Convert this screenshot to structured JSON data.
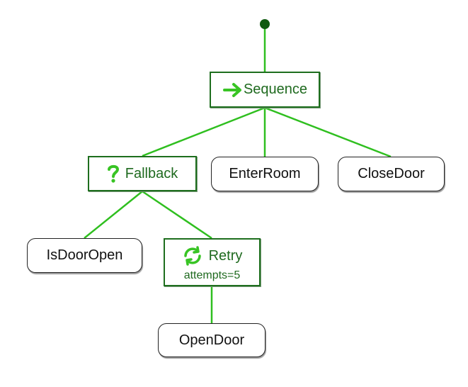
{
  "tree": {
    "root": {
      "type": "Sequence",
      "label": "Sequence",
      "icon": "arrow-right-icon"
    },
    "fallback": {
      "type": "Fallback",
      "label": "Fallback",
      "icon": "question-mark-icon"
    },
    "retry": {
      "type": "Retry",
      "label": "Retry",
      "attribute": "attempts=5",
      "icon": "refresh-cycle-icon"
    },
    "actions": {
      "enter_room": "EnterRoom",
      "close_door": "CloseDoor",
      "is_door_open": "IsDoorOpen",
      "open_door": "OpenDoor"
    }
  },
  "colors": {
    "edge": "#2fbf1f",
    "control_border": "#1e6e1e",
    "control_text": "#1f6a1f",
    "icon_green": "#38c424",
    "root_dot": "#0f5a0f"
  }
}
